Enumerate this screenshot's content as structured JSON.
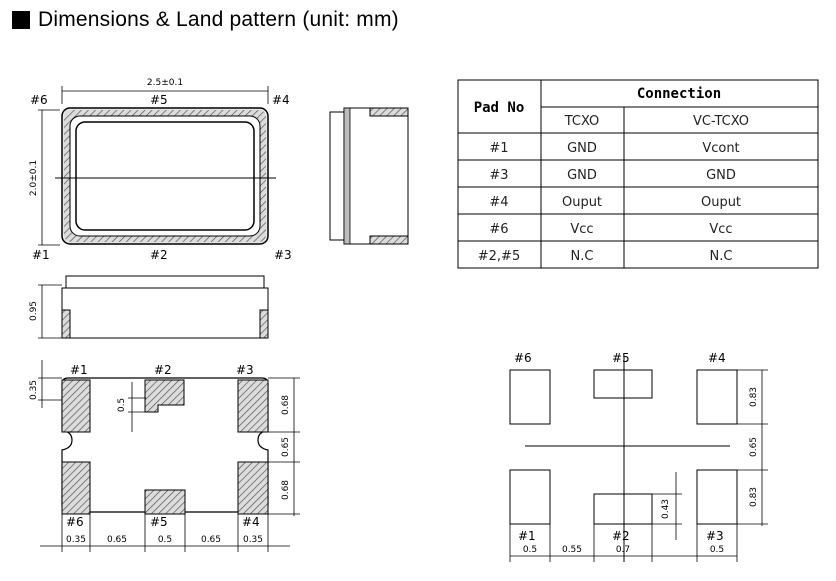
{
  "heading": {
    "text": "Dimensions & Land pattern (unit: mm)"
  },
  "top_view": {
    "pad_labels": {
      "p6": "#6",
      "p5": "#5",
      "p4": "#4",
      "p1": "#1",
      "p2": "#2",
      "p3": "#3"
    },
    "width_dim": "2.5±0.1",
    "height_dim": "2.0±0.1"
  },
  "side_view": {
    "height_dim": "0.95"
  },
  "bottom_view": {
    "pad_labels": {
      "p1": "#1",
      "p2": "#2",
      "p3": "#3",
      "p6": "#6",
      "p5": "#5",
      "p4": "#4"
    },
    "dims": {
      "left_top": "0.35",
      "notch": "0.5",
      "right_top": "0.68",
      "right_mid": "0.65",
      "right_bottom": "0.68",
      "bottom_1": "0.35",
      "bottom_2": "0.65",
      "bottom_3": "0.5",
      "bottom_4": "0.65",
      "bottom_5": "0.35"
    }
  },
  "land_pattern": {
    "pad_labels": {
      "p6": "#6",
      "p5": "#5",
      "p4": "#4",
      "p1": "#1",
      "p2": "#2",
      "p3": "#3"
    },
    "dims": {
      "right_top": "0.83",
      "right_mid": "0.65",
      "right_bottom": "0.83",
      "mid_small": "0.43",
      "bottom_1": "0.5",
      "bottom_2": "0.55",
      "bottom_3": "0.7",
      "bottom_4": "0.5"
    }
  },
  "connection_table": {
    "pad_no_header": "Pad No",
    "connection_header": "Connection",
    "col_tcxo": "TCXO",
    "col_vctcxo": "VC-TCXO",
    "rows": [
      {
        "pad": "#1",
        "tcxo": "GND",
        "vctcxo": "Vcont"
      },
      {
        "pad": "#3",
        "tcxo": "GND",
        "vctcxo": "GND"
      },
      {
        "pad": "#4",
        "tcxo": "Ouput",
        "vctcxo": "Ouput"
      },
      {
        "pad": "#6",
        "tcxo": "Vcc",
        "vctcxo": "Vcc"
      },
      {
        "pad": "#2,#5",
        "tcxo": "N.C",
        "vctcxo": "N.C"
      }
    ]
  }
}
